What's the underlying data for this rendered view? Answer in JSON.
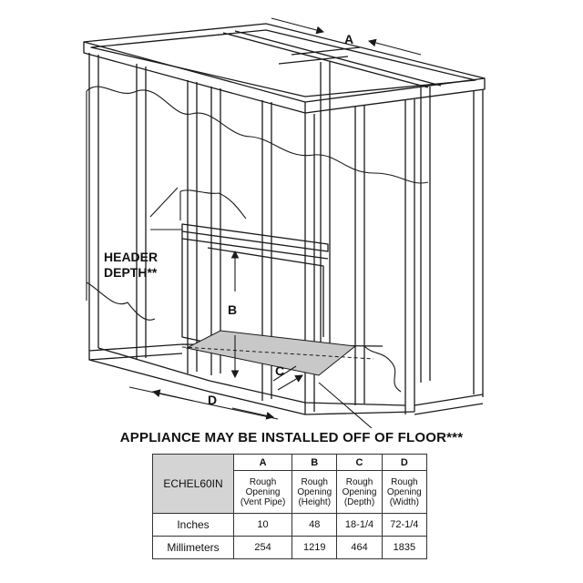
{
  "labels": {
    "a": "A",
    "b": "B",
    "c": "C",
    "d": "D",
    "header_depth_line1": "HEADER",
    "header_depth_line2": "DEPTH**"
  },
  "caption": "APPLIANCE MAY BE INSTALLED OFF OF FLOOR***",
  "table": {
    "model": "ECHEL60IN",
    "columns": [
      {
        "key": "A",
        "desc": [
          "Rough",
          "Opening",
          "(Vent Pipe)"
        ]
      },
      {
        "key": "B",
        "desc": [
          "Rough",
          "Opening",
          "(Height)"
        ]
      },
      {
        "key": "C",
        "desc": [
          "Rough",
          "Opening",
          "(Depth)"
        ]
      },
      {
        "key": "D",
        "desc": [
          "Rough",
          "Opening",
          "(Width)"
        ]
      }
    ],
    "rows": [
      {
        "label": "Inches",
        "values": [
          "10",
          "48",
          "18-1/4",
          "72-1/4"
        ]
      },
      {
        "label": "Millimeters",
        "values": [
          "254",
          "1219",
          "464",
          "1835"
        ]
      }
    ]
  },
  "colors": {
    "line": "#1a1a1a",
    "floor_shade": "#c8c8c8",
    "model_cell": "#d4d4d4"
  }
}
